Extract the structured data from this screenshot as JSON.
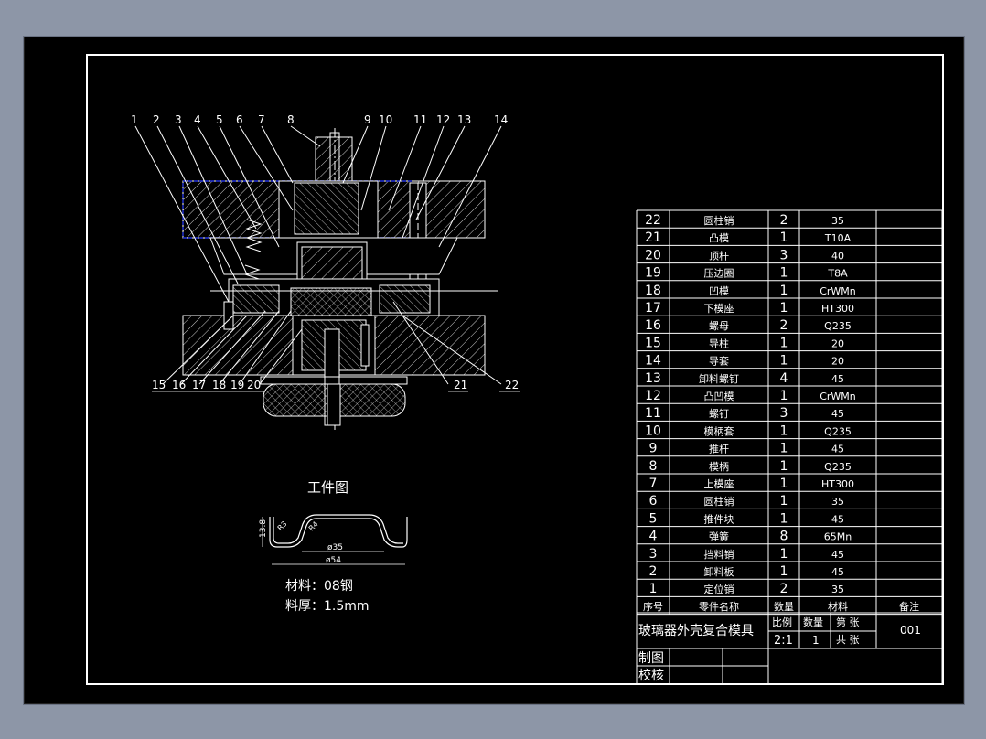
{
  "parts_table": {
    "rows": [
      {
        "no": "22",
        "name": "圆柱销",
        "qty": "2",
        "material": "35"
      },
      {
        "no": "21",
        "name": "凸模",
        "qty": "1",
        "material": "T10A"
      },
      {
        "no": "20",
        "name": "顶杆",
        "qty": "3",
        "material": "40"
      },
      {
        "no": "19",
        "name": "压边圈",
        "qty": "1",
        "material": "T8A"
      },
      {
        "no": "18",
        "name": "凹模",
        "qty": "1",
        "material": "CrWMn"
      },
      {
        "no": "17",
        "name": "下模座",
        "qty": "1",
        "material": "HT300"
      },
      {
        "no": "16",
        "name": "螺母",
        "qty": "2",
        "material": "Q235"
      },
      {
        "no": "15",
        "name": "导柱",
        "qty": "1",
        "material": "20"
      },
      {
        "no": "14",
        "name": "导套",
        "qty": "1",
        "material": "20"
      },
      {
        "no": "13",
        "name": "卸料螺钉",
        "qty": "4",
        "material": "45"
      },
      {
        "no": "12",
        "name": "凸凹模",
        "qty": "1",
        "material": "CrWMn"
      },
      {
        "no": "11",
        "name": "螺钉",
        "qty": "3",
        "material": "45"
      },
      {
        "no": "10",
        "name": "模柄套",
        "qty": "1",
        "material": "Q235"
      },
      {
        "no": "9",
        "name": "推杆",
        "qty": "1",
        "material": "45"
      },
      {
        "no": "8",
        "name": "模柄",
        "qty": "1",
        "material": "Q235"
      },
      {
        "no": "7",
        "name": "上模座",
        "qty": "1",
        "material": "HT300"
      },
      {
        "no": "6",
        "name": "圆柱销",
        "qty": "1",
        "material": "35"
      },
      {
        "no": "5",
        "name": "推件块",
        "qty": "1",
        "material": "45"
      },
      {
        "no": "4",
        "name": "弹簧",
        "qty": "8",
        "material": "65Mn"
      },
      {
        "no": "3",
        "name": "挡料销",
        "qty": "1",
        "material": "45"
      },
      {
        "no": "2",
        "name": "卸料板",
        "qty": "1",
        "material": "45"
      },
      {
        "no": "1",
        "name": "定位销",
        "qty": "2",
        "material": "35"
      }
    ],
    "header": {
      "no": "序号",
      "name": "零件名称",
      "qty": "数量",
      "material": "材料",
      "remark": "备注"
    }
  },
  "title_block": {
    "title": "玻璃器外壳复合模具",
    "scale_label": "比例",
    "scale": "2:1",
    "qty_label": "数量",
    "qty": "1",
    "sheet_label": "第 张",
    "total_label": "共 张",
    "drawing_no": "001",
    "drawn_label": "制图",
    "checked_label": "校核"
  },
  "workpiece": {
    "title": "工件图",
    "material_label": "材料：08钢",
    "thickness_label": "料厚：1.5mm",
    "dims": {
      "height": "13.8",
      "r1": "R3",
      "r2": "R4",
      "inner_dia": "ø35",
      "outer_dia": "ø54"
    }
  },
  "callouts": {
    "top": [
      "1",
      "2",
      "3",
      "4",
      "5",
      "6",
      "7",
      "8",
      "9",
      "10",
      "11",
      "12",
      "13",
      "14"
    ],
    "bottom_left": [
      "15",
      "16",
      "17",
      "18",
      "19",
      "20"
    ],
    "bottom_right": [
      "21",
      "22"
    ]
  },
  "colors": {
    "background": "#000000",
    "line": "#ffffff",
    "highlight": "#2233dd",
    "outer": "#8d96a7"
  }
}
